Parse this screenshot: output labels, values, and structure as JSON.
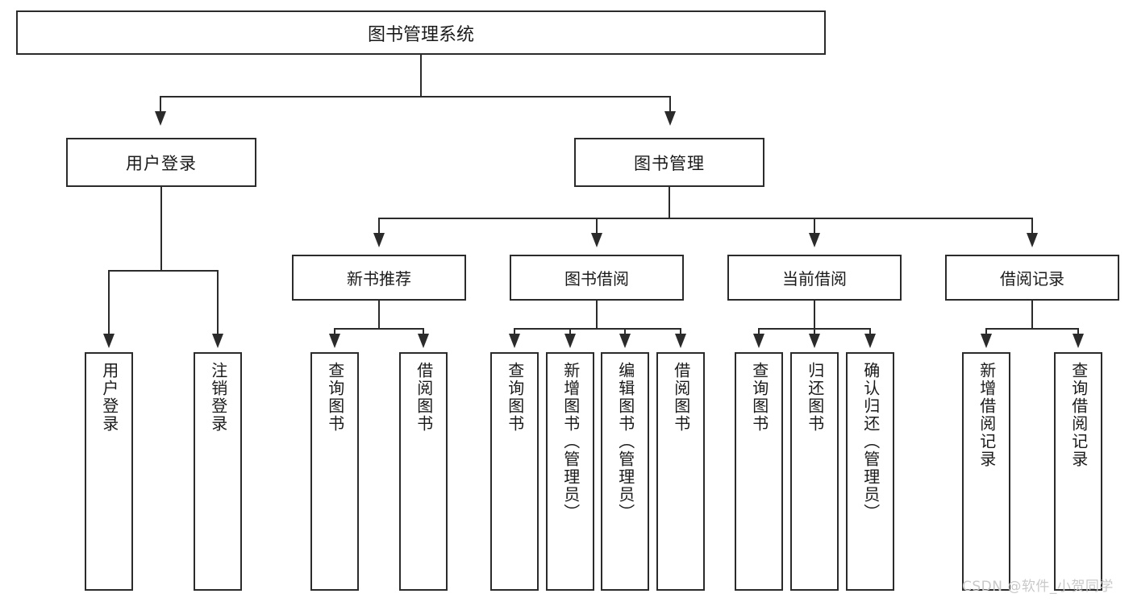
{
  "diagram": {
    "title": "图书管理系统",
    "type": "hierarchy-tree",
    "root": {
      "label": "图书管理系统"
    },
    "level1": [
      {
        "label": "用户登录"
      },
      {
        "label": "图书管理"
      }
    ],
    "level2": [
      {
        "label": "新书推荐"
      },
      {
        "label": "图书借阅"
      },
      {
        "label": "当前借阅"
      },
      {
        "label": "借阅记录"
      }
    ],
    "leaves": {
      "user_login": [
        {
          "label": "用户登录"
        },
        {
          "label": "注销登录"
        }
      ],
      "new_book_recommend": [
        {
          "label": "查询图书"
        },
        {
          "label": "借阅图书"
        }
      ],
      "book_borrow": [
        {
          "label": "查询图书"
        },
        {
          "label": "新增图书（管理员）"
        },
        {
          "label": "编辑图书（管理员）"
        },
        {
          "label": "借阅图书"
        }
      ],
      "current_borrow": [
        {
          "label": "查询图书"
        },
        {
          "label": "归还图书"
        },
        {
          "label": "确认归还（管理员）"
        }
      ],
      "borrow_record": [
        {
          "label": "新增借阅记录"
        },
        {
          "label": "查询借阅记录"
        }
      ]
    }
  },
  "watermark": {
    "text": "CSDN @软件_小贺同学"
  },
  "colors": {
    "stroke": "#2b2b2b",
    "fill": "#ffffff",
    "text": "#1a1a1a",
    "watermark": "#c9c9c9"
  }
}
